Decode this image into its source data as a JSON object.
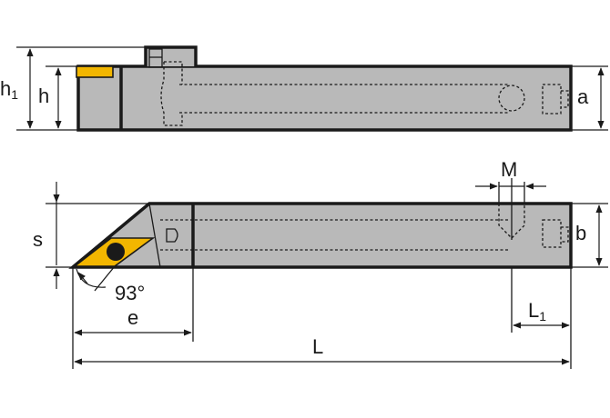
{
  "dimensions": {
    "h1": {
      "main": "h",
      "sub": "1"
    },
    "h": "h",
    "a": "a",
    "M": "M",
    "s": "s",
    "b": "b",
    "angle": "93°",
    "e": "e",
    "L1": {
      "main": "L",
      "sub": "1"
    },
    "L": "L"
  },
  "colors": {
    "body": "#b9b9b9",
    "outline": "#1a1a1a",
    "insert": "#f2b600"
  }
}
